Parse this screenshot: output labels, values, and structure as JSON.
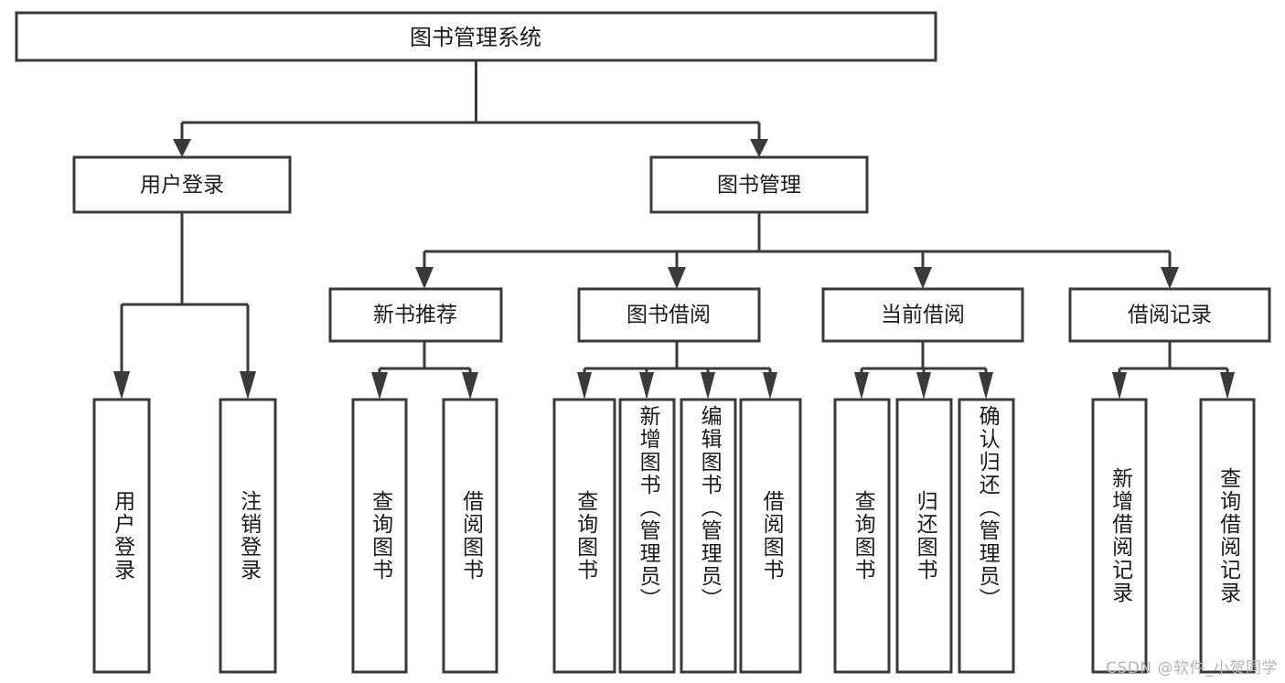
{
  "diagram": {
    "title": "图书管理系统",
    "type": "hierarchy-tree",
    "colors": {
      "box_stroke": "#3a3a3a",
      "box_fill": "#ffffff",
      "connector": "#3a3a3a",
      "text": "#1b1b1b",
      "background": "#ffffff",
      "watermark": "#b4b4b4"
    },
    "root": {
      "label": "图书管理系统"
    },
    "level2": [
      {
        "label": "用户登录"
      },
      {
        "label": "图书管理"
      }
    ],
    "level3": [
      {
        "label": "新书推荐"
      },
      {
        "label": "图书借阅"
      },
      {
        "label": "当前借阅"
      },
      {
        "label": "借阅记录"
      }
    ],
    "leaves": {
      "user_login": [
        {
          "label": "用户登录"
        },
        {
          "label": "注销登录"
        }
      ],
      "new_book_recommend": [
        {
          "label": "查询图书"
        },
        {
          "label": "借阅图书"
        }
      ],
      "book_borrow": [
        {
          "label": "查询图书"
        },
        {
          "label": "新增图书（管理员）"
        },
        {
          "label": "编辑图书（管理员）"
        },
        {
          "label": "借阅图书"
        }
      ],
      "current_borrow": [
        {
          "label": "查询图书"
        },
        {
          "label": "归还图书"
        },
        {
          "label": "确认归还（管理员）"
        }
      ],
      "borrow_record": [
        {
          "label": "新增借阅记录"
        },
        {
          "label": "查询借阅记录"
        }
      ]
    }
  },
  "watermark": {
    "text": "CSDN @软件_小贺同学"
  }
}
